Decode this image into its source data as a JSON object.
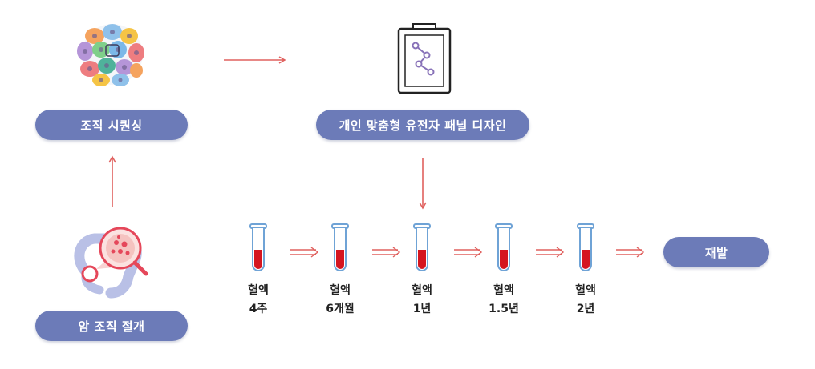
{
  "nodes": {
    "tissue_sequencing": "조직 시퀀싱",
    "panel_design": "개인 맞춤형 유전자 패널 디자인",
    "tumor_resection": "암 조직 절개",
    "relapse": "재발"
  },
  "samples": [
    {
      "line1": "혈액",
      "line2": "4주"
    },
    {
      "line1": "혈액",
      "line2": "6개월"
    },
    {
      "line1": "혈액",
      "line2": "1년"
    },
    {
      "line1": "혈액",
      "line2": "1.5년"
    },
    {
      "line1": "혈액",
      "line2": "2년"
    }
  ],
  "colors": {
    "pill": "#6c7bb8",
    "arrow": "#e0605e",
    "tube_outline": "#6fa3d6",
    "blood": "#d5151f"
  },
  "icons": {
    "cells": "cell-cluster-icon",
    "clipboard": "clipboard-icon",
    "colon": "colon-magnifier-icon",
    "tube": "test-tube-icon"
  }
}
